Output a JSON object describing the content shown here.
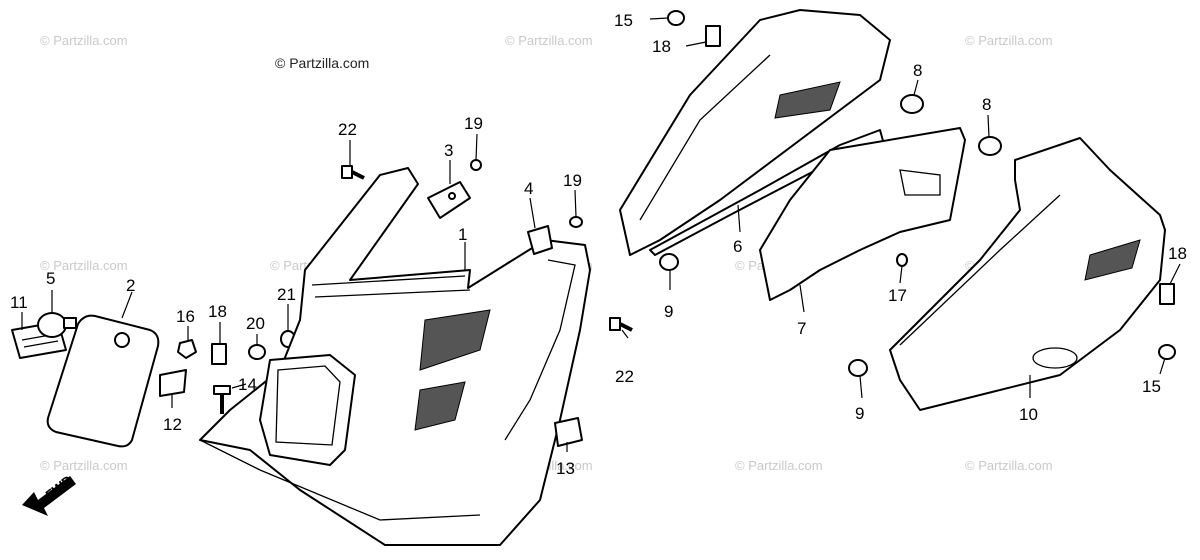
{
  "diagram": {
    "copyright_label": "© Partzilla.com",
    "watermark_text": "© Partzilla.com",
    "direction_label": "FWD",
    "callouts": [
      "1",
      "2",
      "3",
      "4",
      "5",
      "6",
      "7",
      "8",
      "8",
      "9",
      "9",
      "10",
      "11",
      "12",
      "13",
      "14",
      "15",
      "15",
      "16",
      "17",
      "18",
      "18",
      "18",
      "19",
      "19",
      "20",
      "21",
      "22",
      "22"
    ]
  }
}
